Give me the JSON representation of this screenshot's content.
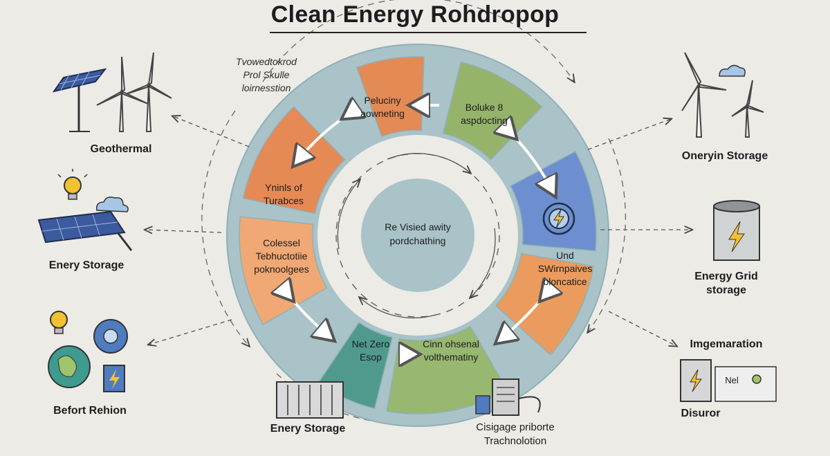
{
  "title": "Clean Energy Rohdropop",
  "center": {
    "line1": "Re Visied awity",
    "line2": "pordchathing"
  },
  "note": {
    "line1": "Tvowedtokrod",
    "line2": "Prol Skulle",
    "line3": "loirnesstion"
  },
  "segments": [
    {
      "line1": "Peluciny",
      "line2": "aowneting",
      "color": "#e48a55"
    },
    {
      "line1": "Boluke 8",
      "line2": "aspdocting",
      "color": "#95b46a"
    },
    {
      "line1": "",
      "line2": "",
      "color": "#6d8fcf"
    },
    {
      "line1": "Und",
      "line2": "SWirnpaives",
      "line3": "oloncatice",
      "color": "#eb9b5d"
    },
    {
      "line1": "Cinn ohsenal",
      "line2": "volthematiny",
      "color": "#98b771"
    },
    {
      "line1": "Net Zero",
      "line2": "Esop",
      "color": "#4f9a8c"
    },
    {
      "line1": "Colessel",
      "line2": "Tebhuctotiie",
      "line3": "poknoolgees",
      "color": "#f0a874"
    },
    {
      "line1": "Yninls of",
      "line2": "Turabces",
      "color": "#e68a55"
    }
  ],
  "labels": {
    "top_left": "Geothermal",
    "mid_left": "Enery Storage",
    "bottom_left": "Befort Rehion",
    "bottom_center_left": "Enery Storage",
    "bottom_center_right": {
      "line1": "Cisigage priborte",
      "line2": "Trachnolotion"
    },
    "top_right": "Oneryin Storage",
    "mid_right": {
      "line1": "Energy Grid",
      "line2": "storage"
    },
    "right_lower": "Imgemaration",
    "bottom_right": "Disuror",
    "cabinet_text": "Nel"
  },
  "colors": {
    "background": "#ecebe6",
    "outer_ring": "#a9c3c8",
    "inner_disc": "#a9c3c8",
    "ring_gap": "#ecebe6",
    "solar_blue": "#3c5a9e",
    "bolt_yellow": "#f2c230"
  }
}
